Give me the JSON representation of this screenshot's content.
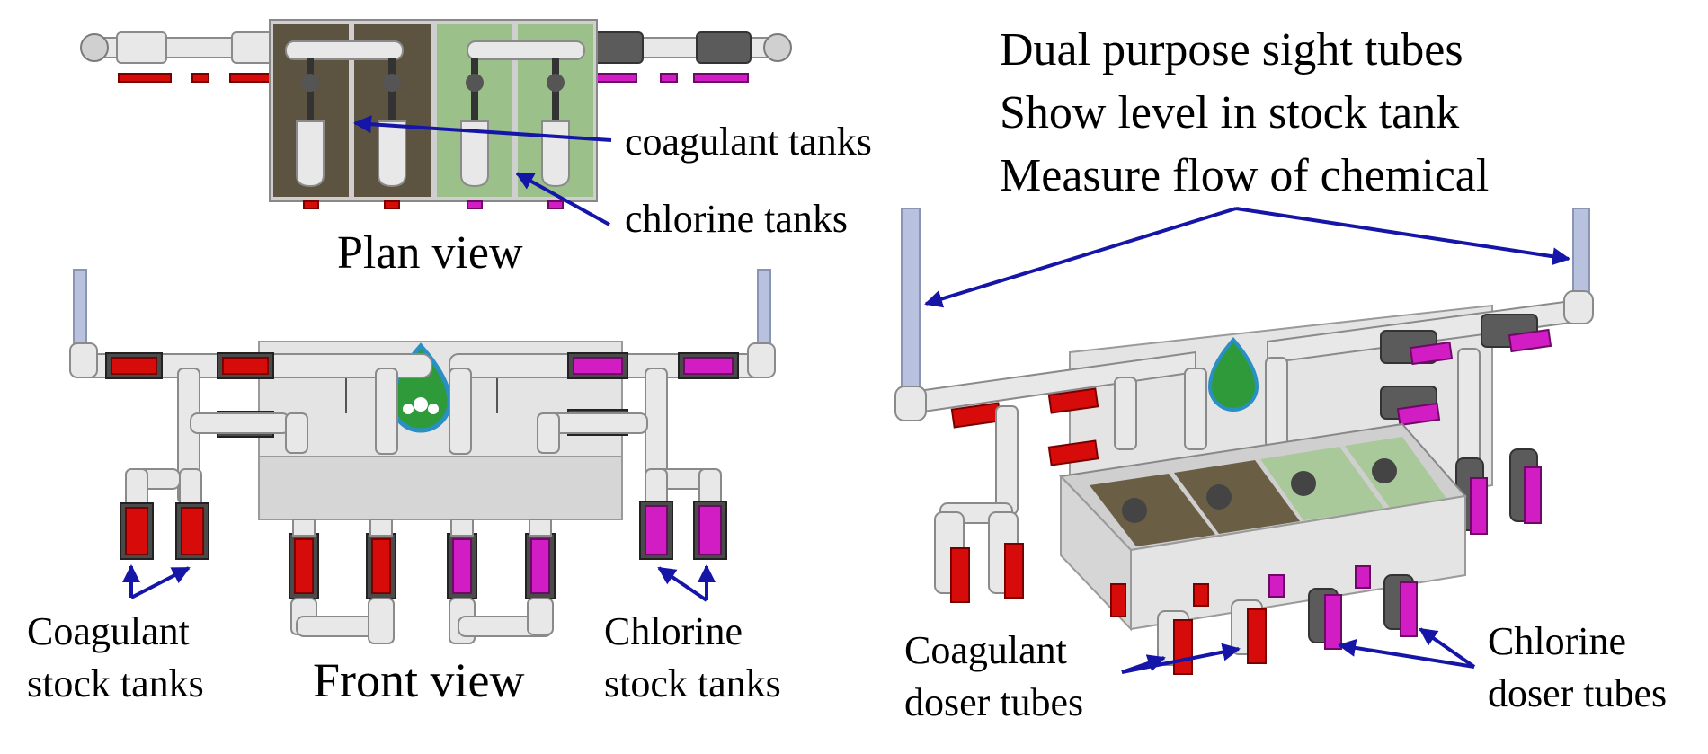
{
  "labels": {
    "sight_tubes_line1": "Dual purpose sight tubes",
    "sight_tubes_line2": "Show level in stock tank",
    "sight_tubes_line3": "Measure flow of chemical",
    "coagulant_tanks": "coagulant tanks",
    "chlorine_tanks": "chlorine tanks",
    "plan_view": "Plan view",
    "front_view": "Front view",
    "coagulant_stock_line1": "Coagulant",
    "coagulant_stock_line2": "stock tanks",
    "chlorine_stock_line1": "Chlorine",
    "chlorine_stock_line2": "stock tanks",
    "coagulant_doser_line1": "Coagulant",
    "coagulant_doser_line2": "doser tubes",
    "chlorine_doser_line1": "Chlorine",
    "chlorine_doser_line2": "doser tubes"
  },
  "colors": {
    "arrow": "#1515a8",
    "coagulant": "#d80b0b",
    "chlorine": "#d21cc4",
    "coagulant_tank_fill": "#5c5340",
    "chlorine_tank_fill": "#9bc08a",
    "logo_green": "#2f9a3a",
    "logo_blue": "#2a8fc4"
  }
}
